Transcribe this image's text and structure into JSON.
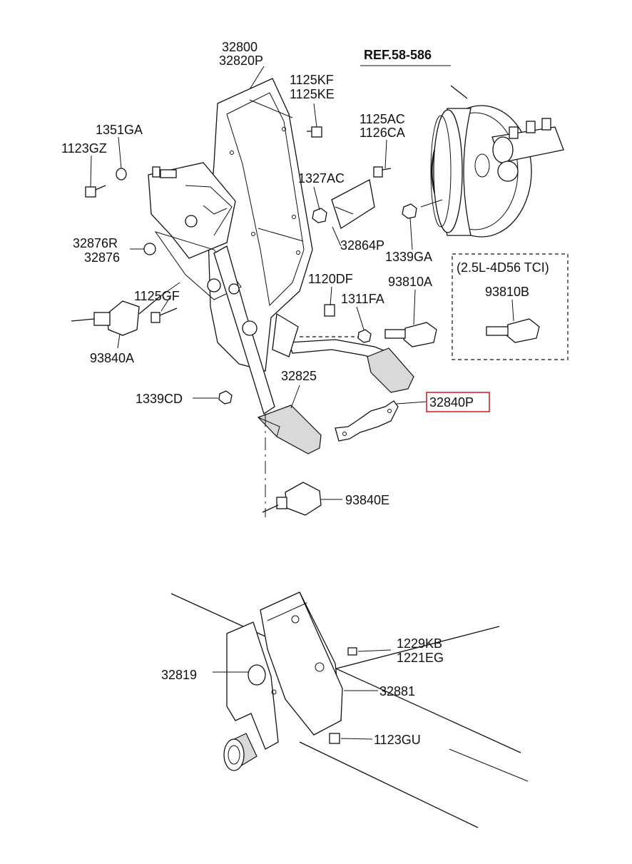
{
  "labels": {
    "p32800": "32800",
    "p32820P": "32820P",
    "p1125KF": "1125KF",
    "p1125KE": "1125KE",
    "ref": "REF.58-586",
    "p1351GA": "1351GA",
    "p1123GZ": "1123GZ",
    "p1125AC": "1125AC",
    "p1126CA": "1126CA",
    "p1327AC": "1327AC",
    "p32864P": "32864P",
    "p1339GA": "1339GA",
    "p32876R": "32876R",
    "p32876": "32876",
    "variant": "(2.5L-4D56 TCI)",
    "p93810B": "93810B",
    "p1120DF": "1120DF",
    "p93810A": "93810A",
    "p1125GF": "1125GF",
    "p1311FA": "1311FA",
    "p93840A": "93840A",
    "p32825": "32825",
    "p1339CD": "1339CD",
    "p32840P": "32840P",
    "p93840E": "93840E",
    "p1229KB": "1229KB",
    "p1221EG": "1221EG",
    "p32819": "32819",
    "p32881": "32881",
    "p1123GU": "1123GU"
  },
  "highlight": {
    "part": "32840P",
    "color": "#d9262a"
  }
}
